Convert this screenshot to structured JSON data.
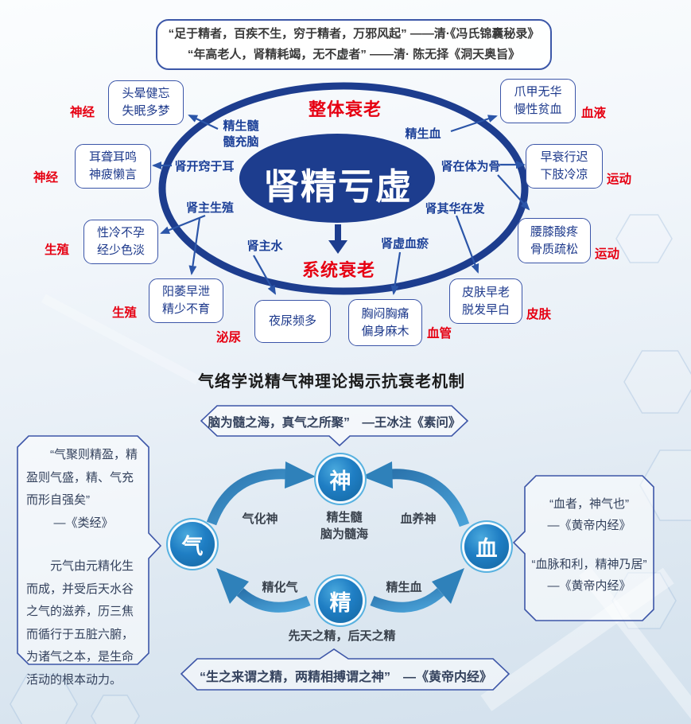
{
  "colors": {
    "navy": "#1d3d8e",
    "red": "#e60012",
    "label_blue": "#1c4098",
    "box_border": "#3b55a8",
    "bubble_border": "#3d56a8",
    "circle_blue": "#1f7ec4",
    "swoosh_blue": "#2f81ba"
  },
  "top_quotes": {
    "line1": "“足于精者，百疾不生，穷于精者，万邪风起” ——清·《冯氏锦囊秘录》",
    "line2": "“年高老人，肾精耗竭，无不虚者” ——清· 陈无择《洞天奥旨》"
  },
  "diagram1": {
    "center": "肾精亏虚",
    "stage_top": "整体衰老",
    "stage_bottom": "系统衰老",
    "mechanisms": {
      "jing_sheng_sui_line1": "精生髓",
      "jing_sheng_sui_line2": "髓充脑",
      "jing_sheng_xue": "精生血",
      "shen_kai_qiao_yu_er": "肾开窍于耳",
      "shen_zai_ti_wei_gu": "肾在体为骨",
      "shen_zhu_sheng_zhi": "肾主生殖",
      "shen_qi_hua_zai_fa": "肾其华在发",
      "shen_zhu_shui": "肾主水",
      "shen_xu_xue_yu": "肾虚血瘀"
    },
    "symptom_boxes": [
      {
        "line1": "头晕健忘",
        "line2": "失眠多梦"
      },
      {
        "line1": "耳聋耳鸣",
        "line2": "神疲懒言"
      },
      {
        "line1": "性冷不孕",
        "line2": "经少色淡"
      },
      {
        "line1": "阳萎早泄",
        "line2": "精少不育"
      },
      {
        "line1": "夜尿频多"
      },
      {
        "line1": "胸闷胸痛",
        "line2": "偏身麻木"
      },
      {
        "line1": "皮肤早老",
        "line2": "脱发早白"
      },
      {
        "line1": "腰膝酸疼",
        "line2": "骨质疏松"
      },
      {
        "line1": "早衰行迟",
        "line2": "下肢冷凉"
      },
      {
        "line1": "爪甲无华",
        "line2": "慢性贫血"
      }
    ],
    "system_labels": [
      "神经",
      "神经",
      "生殖",
      "生殖",
      "泌尿",
      "血管",
      "皮肤",
      "运动",
      "运动",
      "血液"
    ]
  },
  "section2": {
    "title": "气络学说精气神理论揭示抗衰老机制",
    "bubble_top": "脑为髓之海，真气之所聚”　—王冰注《素问》",
    "bubble_left": {
      "quote": "“气聚则精盈，精盈则气盛，精、气充而形自强矣”",
      "source": "—《类经》",
      "body": "元气由元精化生而成，并受后天水谷之气的滋养，历三焦而循行于五脏六腑，为诸气之本，是生命活动的根本动力。"
    },
    "bubble_right": {
      "quote1": "“血者，神气也”",
      "source1": "—《黄帝内经》",
      "quote2": "“血脉和利，精神乃居”",
      "source2": "—《黄帝内经》"
    },
    "bubble_bottom": "“生之来谓之精，两精相搏谓之神”　—《黄帝内经》",
    "nodes": {
      "shen": "神",
      "qi": "气",
      "xue": "血",
      "jing": "精"
    },
    "edges": {
      "qi_hua_shen": "气化神",
      "xue_yang_shen": "血养神",
      "jing_hua_qi": "精化气",
      "jing_sheng_xue": "精生血"
    },
    "notes": {
      "shen_line1": "精生髓",
      "shen_line2": "脑为髓海",
      "jing": "先天之精，后天之精"
    }
  }
}
